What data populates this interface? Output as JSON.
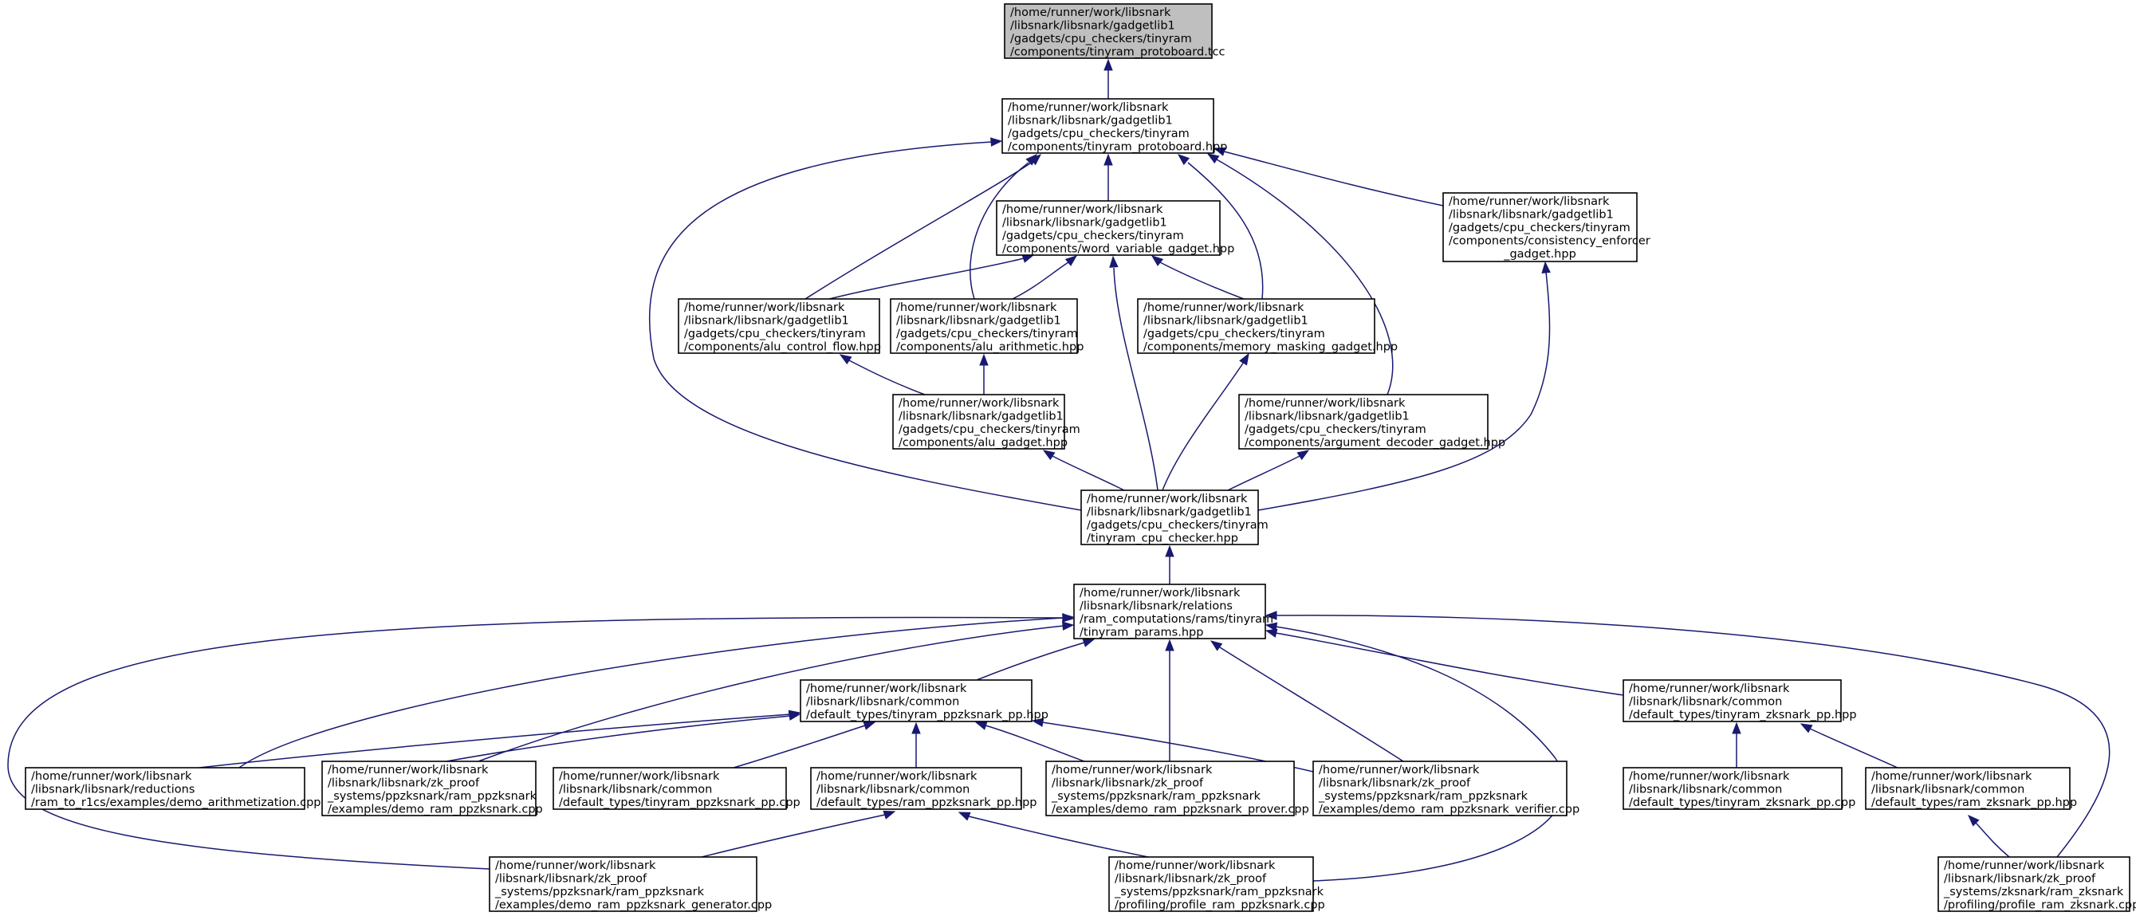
{
  "colors": {
    "edge": "#191970",
    "highlight_fill": "#bfbfbf",
    "node_fill": "#ffffff",
    "border": "#000000"
  },
  "nodes": [
    {
      "id": "root",
      "highlight": true,
      "lines": [
        "/home/runner/work/libsnark",
        "/libsnark/libsnark/gadgetlib1",
        "/gadgets/cpu_checkers/tinyram",
        "/components/tinyram_protoboard.tcc"
      ]
    },
    {
      "id": "protoboard_hpp",
      "lines": [
        "/home/runner/work/libsnark",
        "/libsnark/libsnark/gadgetlib1",
        "/gadgets/cpu_checkers/tinyram",
        "/components/tinyram_protoboard.hpp"
      ]
    },
    {
      "id": "word_variable",
      "lines": [
        "/home/runner/work/libsnark",
        "/libsnark/libsnark/gadgetlib1",
        "/gadgets/cpu_checkers/tinyram",
        "/components/word_variable_gadget.hpp"
      ]
    },
    {
      "id": "consistency_enforcer",
      "lines": [
        "/home/runner/work/libsnark",
        "/libsnark/libsnark/gadgetlib1",
        "/gadgets/cpu_checkers/tinyram",
        "/components/consistency_enforcer",
        "_gadget.hpp"
      ]
    },
    {
      "id": "alu_control_flow",
      "lines": [
        "/home/runner/work/libsnark",
        "/libsnark/libsnark/gadgetlib1",
        "/gadgets/cpu_checkers/tinyram",
        "/components/alu_control_flow.hpp"
      ]
    },
    {
      "id": "alu_arithmetic",
      "lines": [
        "/home/runner/work/libsnark",
        "/libsnark/libsnark/gadgetlib1",
        "/gadgets/cpu_checkers/tinyram",
        "/components/alu_arithmetic.hpp"
      ]
    },
    {
      "id": "memory_masking",
      "lines": [
        "/home/runner/work/libsnark",
        "/libsnark/libsnark/gadgetlib1",
        "/gadgets/cpu_checkers/tinyram",
        "/components/memory_masking_gadget.hpp"
      ]
    },
    {
      "id": "alu_gadget",
      "lines": [
        "/home/runner/work/libsnark",
        "/libsnark/libsnark/gadgetlib1",
        "/gadgets/cpu_checkers/tinyram",
        "/components/alu_gadget.hpp"
      ]
    },
    {
      "id": "argument_decoder",
      "lines": [
        "/home/runner/work/libsnark",
        "/libsnark/libsnark/gadgetlib1",
        "/gadgets/cpu_checkers/tinyram",
        "/components/argument_decoder_gadget.hpp"
      ]
    },
    {
      "id": "cpu_checker",
      "lines": [
        "/home/runner/work/libsnark",
        "/libsnark/libsnark/gadgetlib1",
        "/gadgets/cpu_checkers/tinyram",
        "/tinyram_cpu_checker.hpp"
      ]
    },
    {
      "id": "tinyram_params",
      "lines": [
        "/home/runner/work/libsnark",
        "/libsnark/libsnark/relations",
        "/ram_computations/rams/tinyram",
        "/tinyram_params.hpp"
      ]
    },
    {
      "id": "tinyram_ppzksnark_pp_hpp",
      "lines": [
        "/home/runner/work/libsnark",
        "/libsnark/libsnark/common",
        "/default_types/tinyram_ppzksnark_pp.hpp"
      ]
    },
    {
      "id": "tinyram_zksnark_pp_hpp",
      "lines": [
        "/home/runner/work/libsnark",
        "/libsnark/libsnark/common",
        "/default_types/tinyram_zksnark_pp.hpp"
      ]
    },
    {
      "id": "demo_arithmetization",
      "lines": [
        "/home/runner/work/libsnark",
        "/libsnark/libsnark/reductions",
        "/ram_to_r1cs/examples/demo_arithmetization.cpp"
      ]
    },
    {
      "id": "demo_ram_ppzksnark",
      "lines": [
        "/home/runner/work/libsnark",
        "/libsnark/libsnark/zk_proof",
        "_systems/ppzksnark/ram_ppzksnark",
        "/examples/demo_ram_ppzksnark.cpp"
      ]
    },
    {
      "id": "tinyram_ppzksnark_pp_cpp",
      "lines": [
        "/home/runner/work/libsnark",
        "/libsnark/libsnark/common",
        "/default_types/tinyram_ppzksnark_pp.cpp"
      ]
    },
    {
      "id": "ram_ppzksnark_pp_hpp",
      "lines": [
        "/home/runner/work/libsnark",
        "/libsnark/libsnark/common",
        "/default_types/ram_ppzksnark_pp.hpp"
      ]
    },
    {
      "id": "demo_prover",
      "lines": [
        "/home/runner/work/libsnark",
        "/libsnark/libsnark/zk_proof",
        "_systems/ppzksnark/ram_ppzksnark",
        "/examples/demo_ram_ppzksnark_prover.cpp"
      ]
    },
    {
      "id": "demo_verifier",
      "lines": [
        "/home/runner/work/libsnark",
        "/libsnark/libsnark/zk_proof",
        "_systems/ppzksnark/ram_ppzksnark",
        "/examples/demo_ram_ppzksnark_verifier.cpp"
      ]
    },
    {
      "id": "tinyram_zksnark_pp_cpp",
      "lines": [
        "/home/runner/work/libsnark",
        "/libsnark/libsnark/common",
        "/default_types/tinyram_zksnark_pp.cpp"
      ]
    },
    {
      "id": "ram_zksnark_pp_hpp",
      "lines": [
        "/home/runner/work/libsnark",
        "/libsnark/libsnark/common",
        "/default_types/ram_zksnark_pp.hpp"
      ]
    },
    {
      "id": "demo_generator",
      "lines": [
        "/home/runner/work/libsnark",
        "/libsnark/libsnark/zk_proof",
        "_systems/ppzksnark/ram_ppzksnark",
        "/examples/demo_ram_ppzksnark_generator.cpp"
      ]
    },
    {
      "id": "profile_ram_ppzksnark",
      "lines": [
        "/home/runner/work/libsnark",
        "/libsnark/libsnark/zk_proof",
        "_systems/ppzksnark/ram_ppzksnark",
        "/profiling/profile_ram_ppzksnark.cpp"
      ]
    },
    {
      "id": "profile_ram_zksnark",
      "lines": [
        "/home/runner/work/libsnark",
        "/libsnark/libsnark/zk_proof",
        "_systems/zksnark/ram_zksnark",
        "/profiling/profile_ram_zksnark.cpp"
      ]
    }
  ],
  "edges": [
    {
      "from": "protoboard_hpp",
      "to": "root"
    },
    {
      "from": "word_variable",
      "to": "protoboard_hpp"
    },
    {
      "from": "consistency_enforcer",
      "to": "protoboard_hpp"
    },
    {
      "from": "alu_control_flow",
      "to": "protoboard_hpp"
    },
    {
      "from": "alu_arithmetic",
      "to": "protoboard_hpp"
    },
    {
      "from": "memory_masking",
      "to": "protoboard_hpp"
    },
    {
      "from": "argument_decoder",
      "to": "protoboard_hpp"
    },
    {
      "from": "cpu_checker",
      "to": "protoboard_hpp"
    },
    {
      "from": "alu_control_flow",
      "to": "word_variable"
    },
    {
      "from": "alu_arithmetic",
      "to": "word_variable"
    },
    {
      "from": "memory_masking",
      "to": "word_variable"
    },
    {
      "from": "cpu_checker",
      "to": "word_variable"
    },
    {
      "from": "alu_gadget",
      "to": "alu_control_flow"
    },
    {
      "from": "alu_gadget",
      "to": "alu_arithmetic"
    },
    {
      "from": "cpu_checker",
      "to": "alu_gadget"
    },
    {
      "from": "cpu_checker",
      "to": "memory_masking"
    },
    {
      "from": "cpu_checker",
      "to": "argument_decoder"
    },
    {
      "from": "cpu_checker",
      "to": "consistency_enforcer"
    },
    {
      "from": "tinyram_params",
      "to": "cpu_checker"
    },
    {
      "from": "tinyram_ppzksnark_pp_hpp",
      "to": "tinyram_params"
    },
    {
      "from": "demo_arithmetization",
      "to": "tinyram_params"
    },
    {
      "from": "demo_ram_ppzksnark",
      "to": "tinyram_params"
    },
    {
      "from": "demo_prover",
      "to": "tinyram_params"
    },
    {
      "from": "demo_verifier",
      "to": "tinyram_params"
    },
    {
      "from": "tinyram_zksnark_pp_hpp",
      "to": "tinyram_params"
    },
    {
      "from": "demo_generator",
      "to": "tinyram_params"
    },
    {
      "from": "profile_ram_ppzksnark",
      "to": "tinyram_params"
    },
    {
      "from": "profile_ram_zksnark",
      "to": "tinyram_params"
    },
    {
      "from": "demo_arithmetization",
      "to": "tinyram_ppzksnark_pp_hpp"
    },
    {
      "from": "demo_ram_ppzksnark",
      "to": "tinyram_ppzksnark_pp_hpp"
    },
    {
      "from": "tinyram_ppzksnark_pp_cpp",
      "to": "tinyram_ppzksnark_pp_hpp"
    },
    {
      "from": "ram_ppzksnark_pp_hpp",
      "to": "tinyram_ppzksnark_pp_hpp"
    },
    {
      "from": "demo_prover",
      "to": "tinyram_ppzksnark_pp_hpp"
    },
    {
      "from": "demo_verifier",
      "to": "tinyram_ppzksnark_pp_hpp"
    },
    {
      "from": "demo_generator",
      "to": "tinyram_ppzksnark_pp_hpp"
    },
    {
      "from": "demo_generator",
      "to": "ram_ppzksnark_pp_hpp"
    },
    {
      "from": "profile_ram_ppzksnark",
      "to": "ram_ppzksnark_pp_hpp"
    },
    {
      "from": "tinyram_zksnark_pp_cpp",
      "to": "tinyram_zksnark_pp_hpp"
    },
    {
      "from": "ram_zksnark_pp_hpp",
      "to": "tinyram_zksnark_pp_hpp"
    },
    {
      "from": "profile_ram_zksnark",
      "to": "ram_zksnark_pp_hpp"
    }
  ]
}
